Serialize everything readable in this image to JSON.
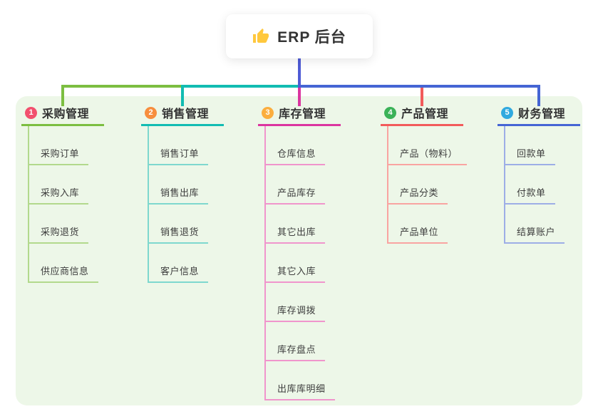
{
  "root": {
    "label": "ERP 后台",
    "icon": "thumbs-up-icon",
    "icon_color": "#FFC83D",
    "connector_color": "#4F5BD5"
  },
  "panel": {
    "background": "#EDF7E8"
  },
  "branches": [
    {
      "number": "1",
      "label": "采购管理",
      "badge_color": "#F2506E",
      "line_color": "#7CBE41",
      "child_line_color": "#B2D98C",
      "children": [
        "采购订单",
        "采购入库",
        "采购退货",
        "供应商信息"
      ]
    },
    {
      "number": "2",
      "label": "销售管理",
      "badge_color": "#F78E3E",
      "line_color": "#12BCB2",
      "child_line_color": "#7ED8CE",
      "children": [
        "销售订单",
        "销售出库",
        "销售退货",
        "客户信息"
      ]
    },
    {
      "number": "3",
      "label": "库存管理",
      "badge_color": "#FBAE3E",
      "line_color": "#DB35A0",
      "child_line_color": "#F095CC",
      "children": [
        "仓库信息",
        "产品库存",
        "其它出库",
        "其它入库",
        "库存调拨",
        "库存盘点",
        "出库库明细"
      ]
    },
    {
      "number": "4",
      "label": "产品管理",
      "badge_color": "#3BB258",
      "line_color": "#F25B5B",
      "child_line_color": "#F9A4A1",
      "children": [
        "产品（物料）",
        "产品分类",
        "产品单位"
      ]
    },
    {
      "number": "5",
      "label": "财务管理",
      "badge_color": "#30A9DF",
      "line_color": "#4565D4",
      "child_line_color": "#9DAEE6",
      "children": [
        "回款单",
        "付款单",
        "结算账户"
      ]
    }
  ]
}
